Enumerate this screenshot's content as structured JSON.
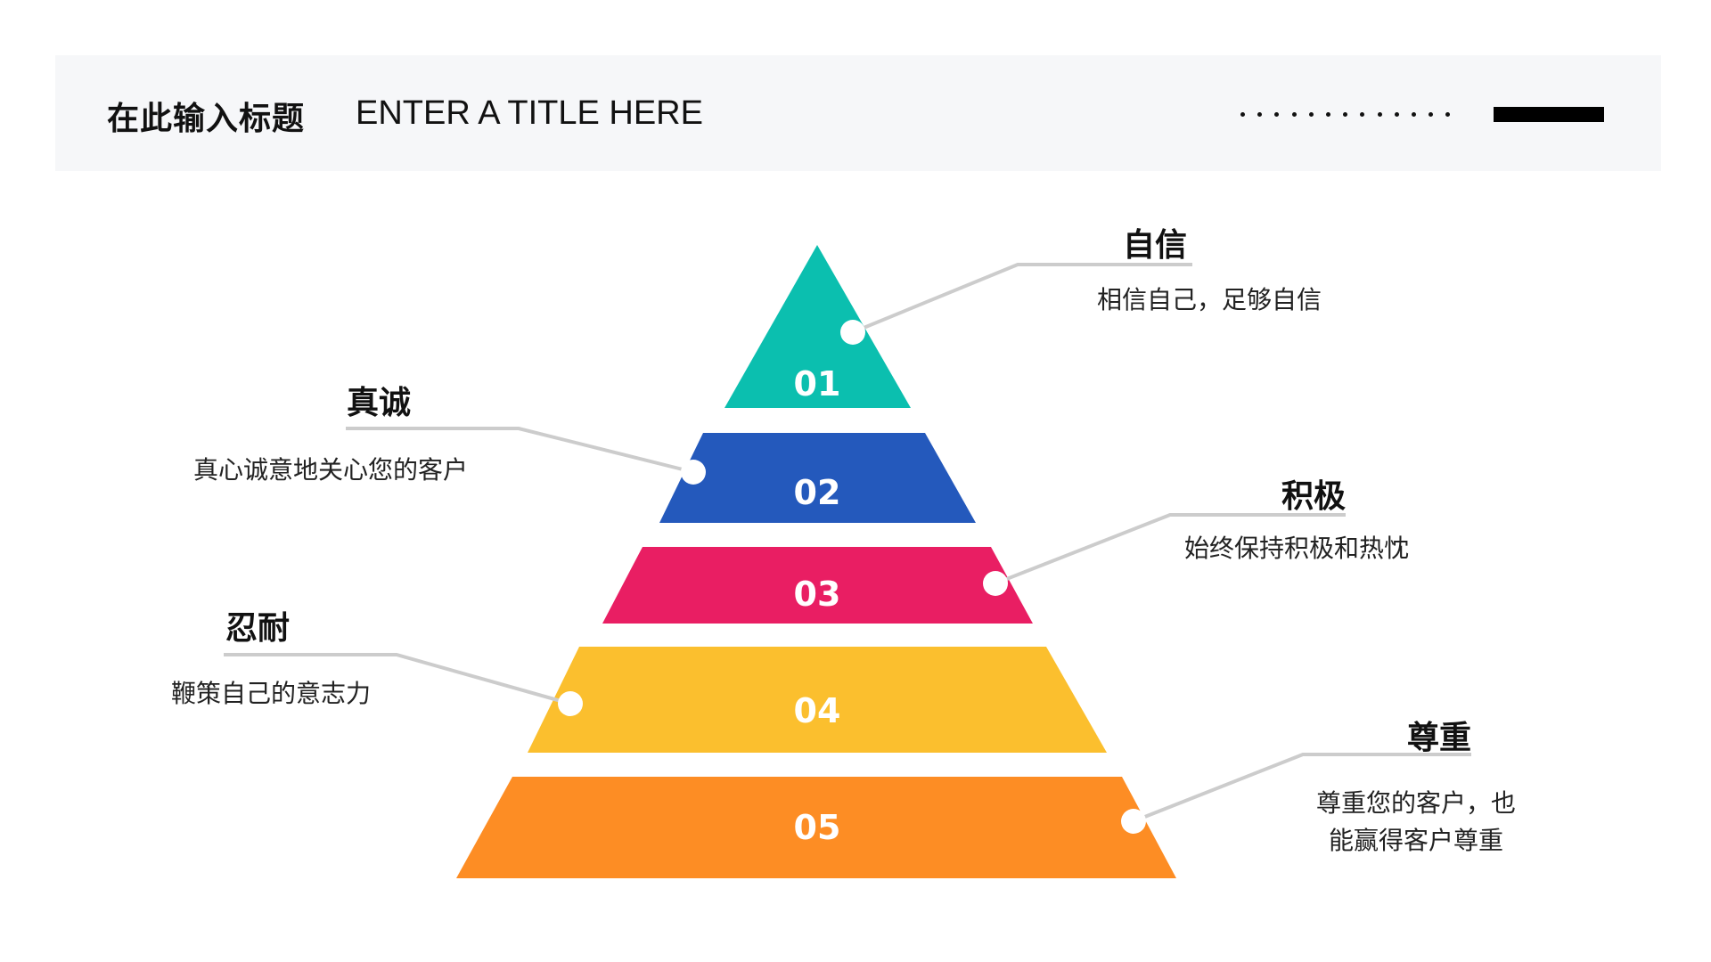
{
  "header": {
    "title_cn": "在此输入标题",
    "title_en": "ENTER A TITLE HERE",
    "decoration": {
      "dot_count": 13,
      "bar_color": "#000000"
    },
    "background": "#F6F7F9"
  },
  "pyramid": {
    "levels": [
      {
        "number": "01",
        "color": "#0BBFAF",
        "title": "自信",
        "description": "相信自己，足够自信",
        "side": "right"
      },
      {
        "number": "02",
        "color": "#2459BC",
        "title": "真诚",
        "description": "真心诚意地关心您的客户",
        "side": "left"
      },
      {
        "number": "03",
        "color": "#E91E63",
        "title": "积极",
        "description": "始终保持积极和热忱",
        "side": "right"
      },
      {
        "number": "04",
        "color": "#FBBF2E",
        "title": "忍耐",
        "description": "鞭策自己的意志力",
        "side": "left"
      },
      {
        "number": "05",
        "color": "#FD8D24",
        "title": "尊重",
        "description_lines": [
          "尊重您的客户，也",
          "能赢得客户尊重"
        ],
        "side": "right"
      }
    ],
    "connector_color": "#CCCCCC"
  }
}
